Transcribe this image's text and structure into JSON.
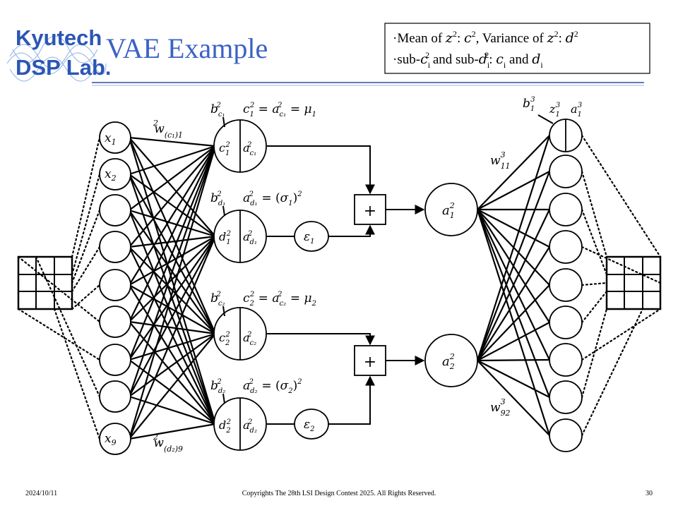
{
  "header": {
    "logo_line1": "Kyutech",
    "logo_line2": "DSP Lab.",
    "title": "VAE Example"
  },
  "notes": {
    "line1_parts": [
      "Mean of ",
      "z",
      "2",
      ": ",
      "c",
      "2",
      ", Variance of ",
      "z",
      "2",
      ": ",
      "d",
      "2"
    ],
    "line2_parts": [
      "sub-",
      "c",
      "i",
      "2",
      " and sub-",
      "d",
      "i",
      "2",
      ": ",
      "c",
      "i",
      " and ",
      "d",
      "i"
    ]
  },
  "inputs": {
    "x1": {
      "base": "x",
      "sub": "1"
    },
    "x2": {
      "base": "x",
      "sub": "2"
    },
    "x9": {
      "base": "x",
      "sub": "9"
    }
  },
  "weights": {
    "w_c1": {
      "base": "w",
      "sup": "2",
      "sub": "(c₁)1"
    },
    "w_d2": {
      "base": "w",
      "sup": "2",
      "sub": "(d₂)9"
    },
    "w11": {
      "base": "w",
      "sup": "3",
      "sub": "11"
    },
    "w92": {
      "base": "w",
      "sup": "3",
      "sub": "92"
    }
  },
  "bias": {
    "b_c1": {
      "base": "b",
      "sup": "2",
      "sub": "c₁"
    },
    "b_d1": {
      "base": "b",
      "sup": "2",
      "sub": "d₁"
    },
    "b_c2": {
      "base": "b",
      "sup": "2",
      "sub": "c₂"
    },
    "b_d2": {
      "base": "b",
      "sup": "2",
      "sub": "d₂"
    },
    "b13": {
      "base": "b",
      "sup": "3",
      "sub": "1"
    }
  },
  "equations": {
    "c1": {
      "lhs": "c",
      "lhs_sup": "2",
      "lhs_sub": "1",
      "eq": " = ",
      "mid": "a",
      "mid_sup": "2",
      "mid_sub": "c₁",
      "eq2": " = ",
      "rhs": "μ",
      "rhs_sub": "1"
    },
    "d1": {
      "lhs": "a",
      "lhs_sup": "2",
      "lhs_sub": "d₁",
      "eq": " = (",
      "mid": "σ",
      "mid_sub": "1",
      "close": ")",
      "exp": "2"
    },
    "c2": {
      "lhs": "c",
      "lhs_sup": "2",
      "lhs_sub": "2",
      "eq": " = ",
      "mid": "a",
      "mid_sup": "2",
      "mid_sub": "c₂",
      "eq2": " = ",
      "rhs": "μ",
      "rhs_sub": "2"
    },
    "d2": {
      "lhs": "a",
      "lhs_sup": "2",
      "lhs_sub": "d₂",
      "eq": " = (",
      "mid": "σ",
      "mid_sub": "2",
      "close": ")",
      "exp": "2"
    }
  },
  "hidden": {
    "c1": {
      "left": "c",
      "left_sup": "2",
      "left_sub": "1",
      "right": "a",
      "right_sup": "2",
      "right_sub": "c₁"
    },
    "d1": {
      "left": "d",
      "left_sup": "2",
      "left_sub": "1",
      "right": "a",
      "right_sup": "2",
      "right_sub": "d₁"
    },
    "c2": {
      "left": "c",
      "left_sup": "2",
      "left_sub": "2",
      "right": "a",
      "right_sup": "2",
      "right_sub": "c₂"
    },
    "d2": {
      "left": "d",
      "left_sup": "2",
      "left_sub": "2",
      "right": "a",
      "right_sup": "2",
      "right_sub": "d₂"
    }
  },
  "epsilon": {
    "e1": {
      "base": "ε",
      "sub": "1"
    },
    "e2": {
      "base": "ε",
      "sub": "2"
    }
  },
  "adder_symbol": "+",
  "latent": {
    "a1": {
      "base": "a",
      "sup": "2",
      "sub": "1"
    },
    "a2": {
      "base": "a",
      "sup": "2",
      "sub": "2"
    }
  },
  "output_labels": {
    "z": "z",
    "z_sup": "3",
    "z_sub": "1",
    "a": "a",
    "a_sup": "3",
    "a_sub": "1"
  },
  "footer": {
    "date": "2024/10/11",
    "copyright": "Copyrights The 28th LSI Design Contest 2025.  All Rights Reserved.",
    "page": "30"
  },
  "colors": {
    "logo": "#2b56b5",
    "title": "#3a62c6",
    "rule": "#2f4f9f",
    "ink": "#000000"
  }
}
